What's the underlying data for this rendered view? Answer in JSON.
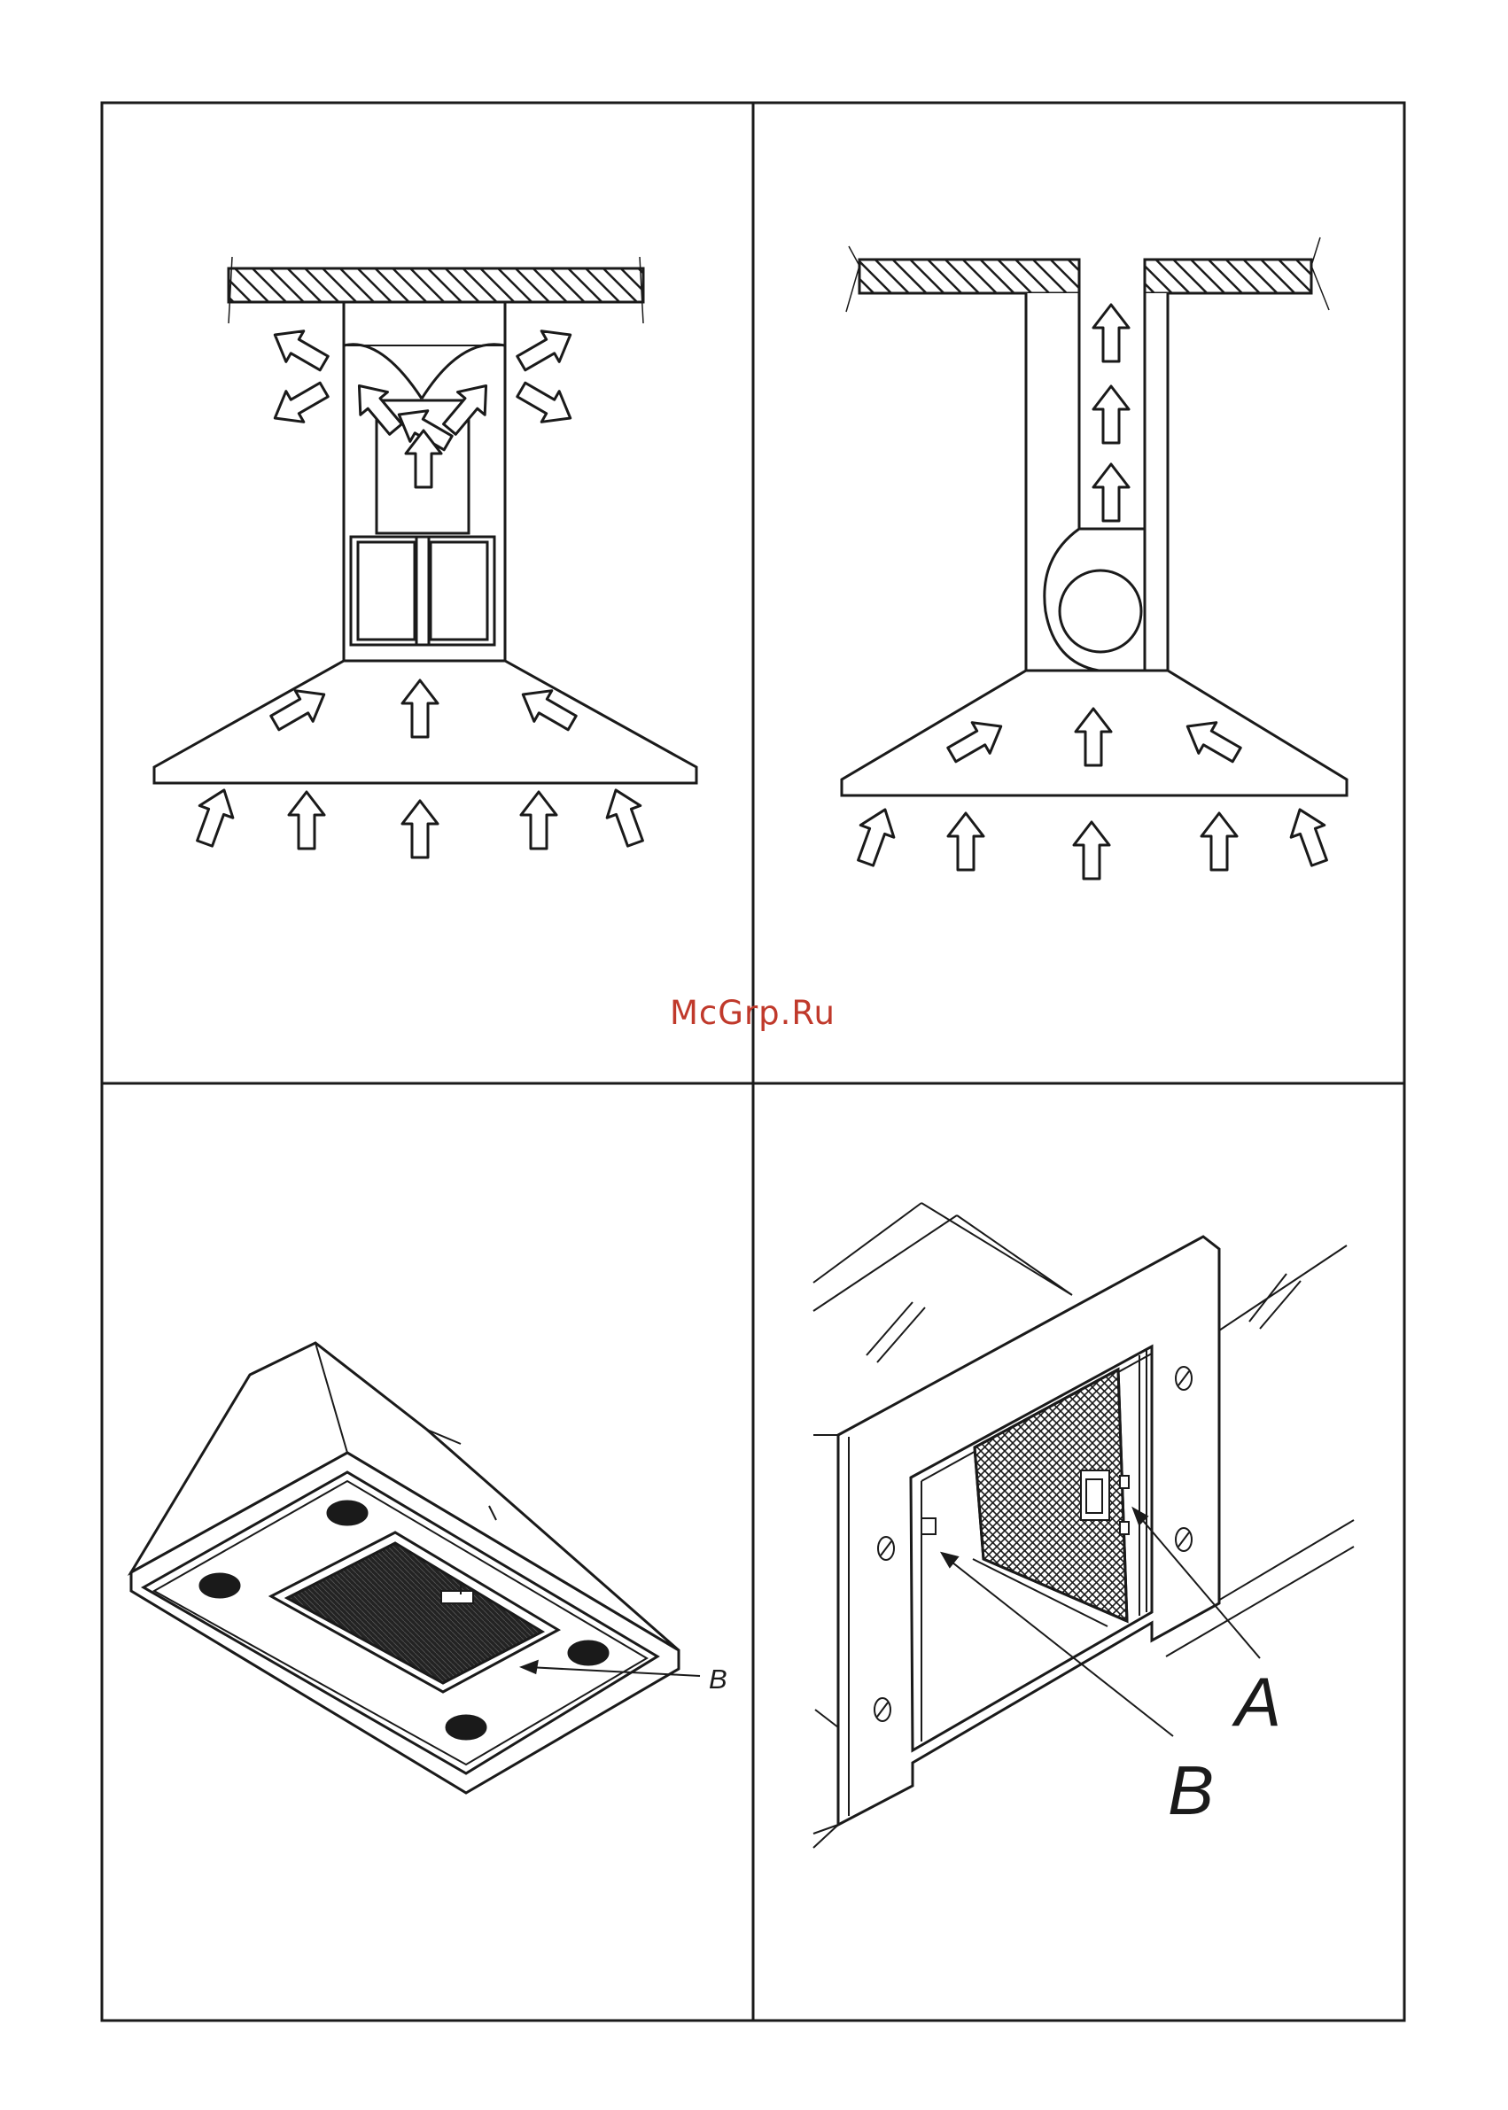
{
  "labels": {
    "panel3_b": "B",
    "panel4_a": "A",
    "panel4_b": "B"
  },
  "watermark": "McGrp.Ru",
  "colors": {
    "line": "#1a1a1a",
    "background": "#ffffff",
    "filter_dark": "#232323",
    "watermark": "#c0392b"
  }
}
